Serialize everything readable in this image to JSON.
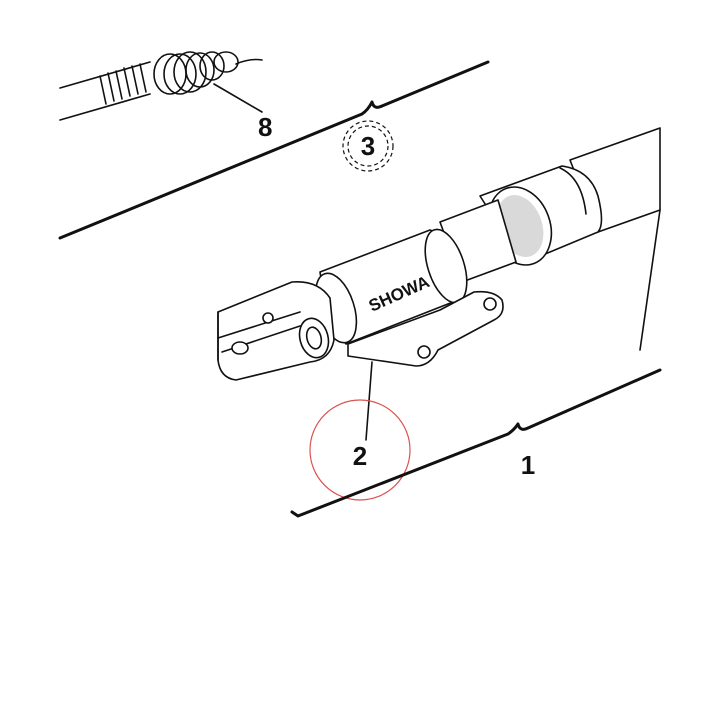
{
  "callouts": {
    "c1": "1",
    "c2": "2",
    "c3": "3",
    "c8": "8"
  },
  "brand_text": "SHOWA",
  "colors": {
    "ink": "#111111",
    "highlight_circle": "#d9534f",
    "background": "#ffffff"
  }
}
